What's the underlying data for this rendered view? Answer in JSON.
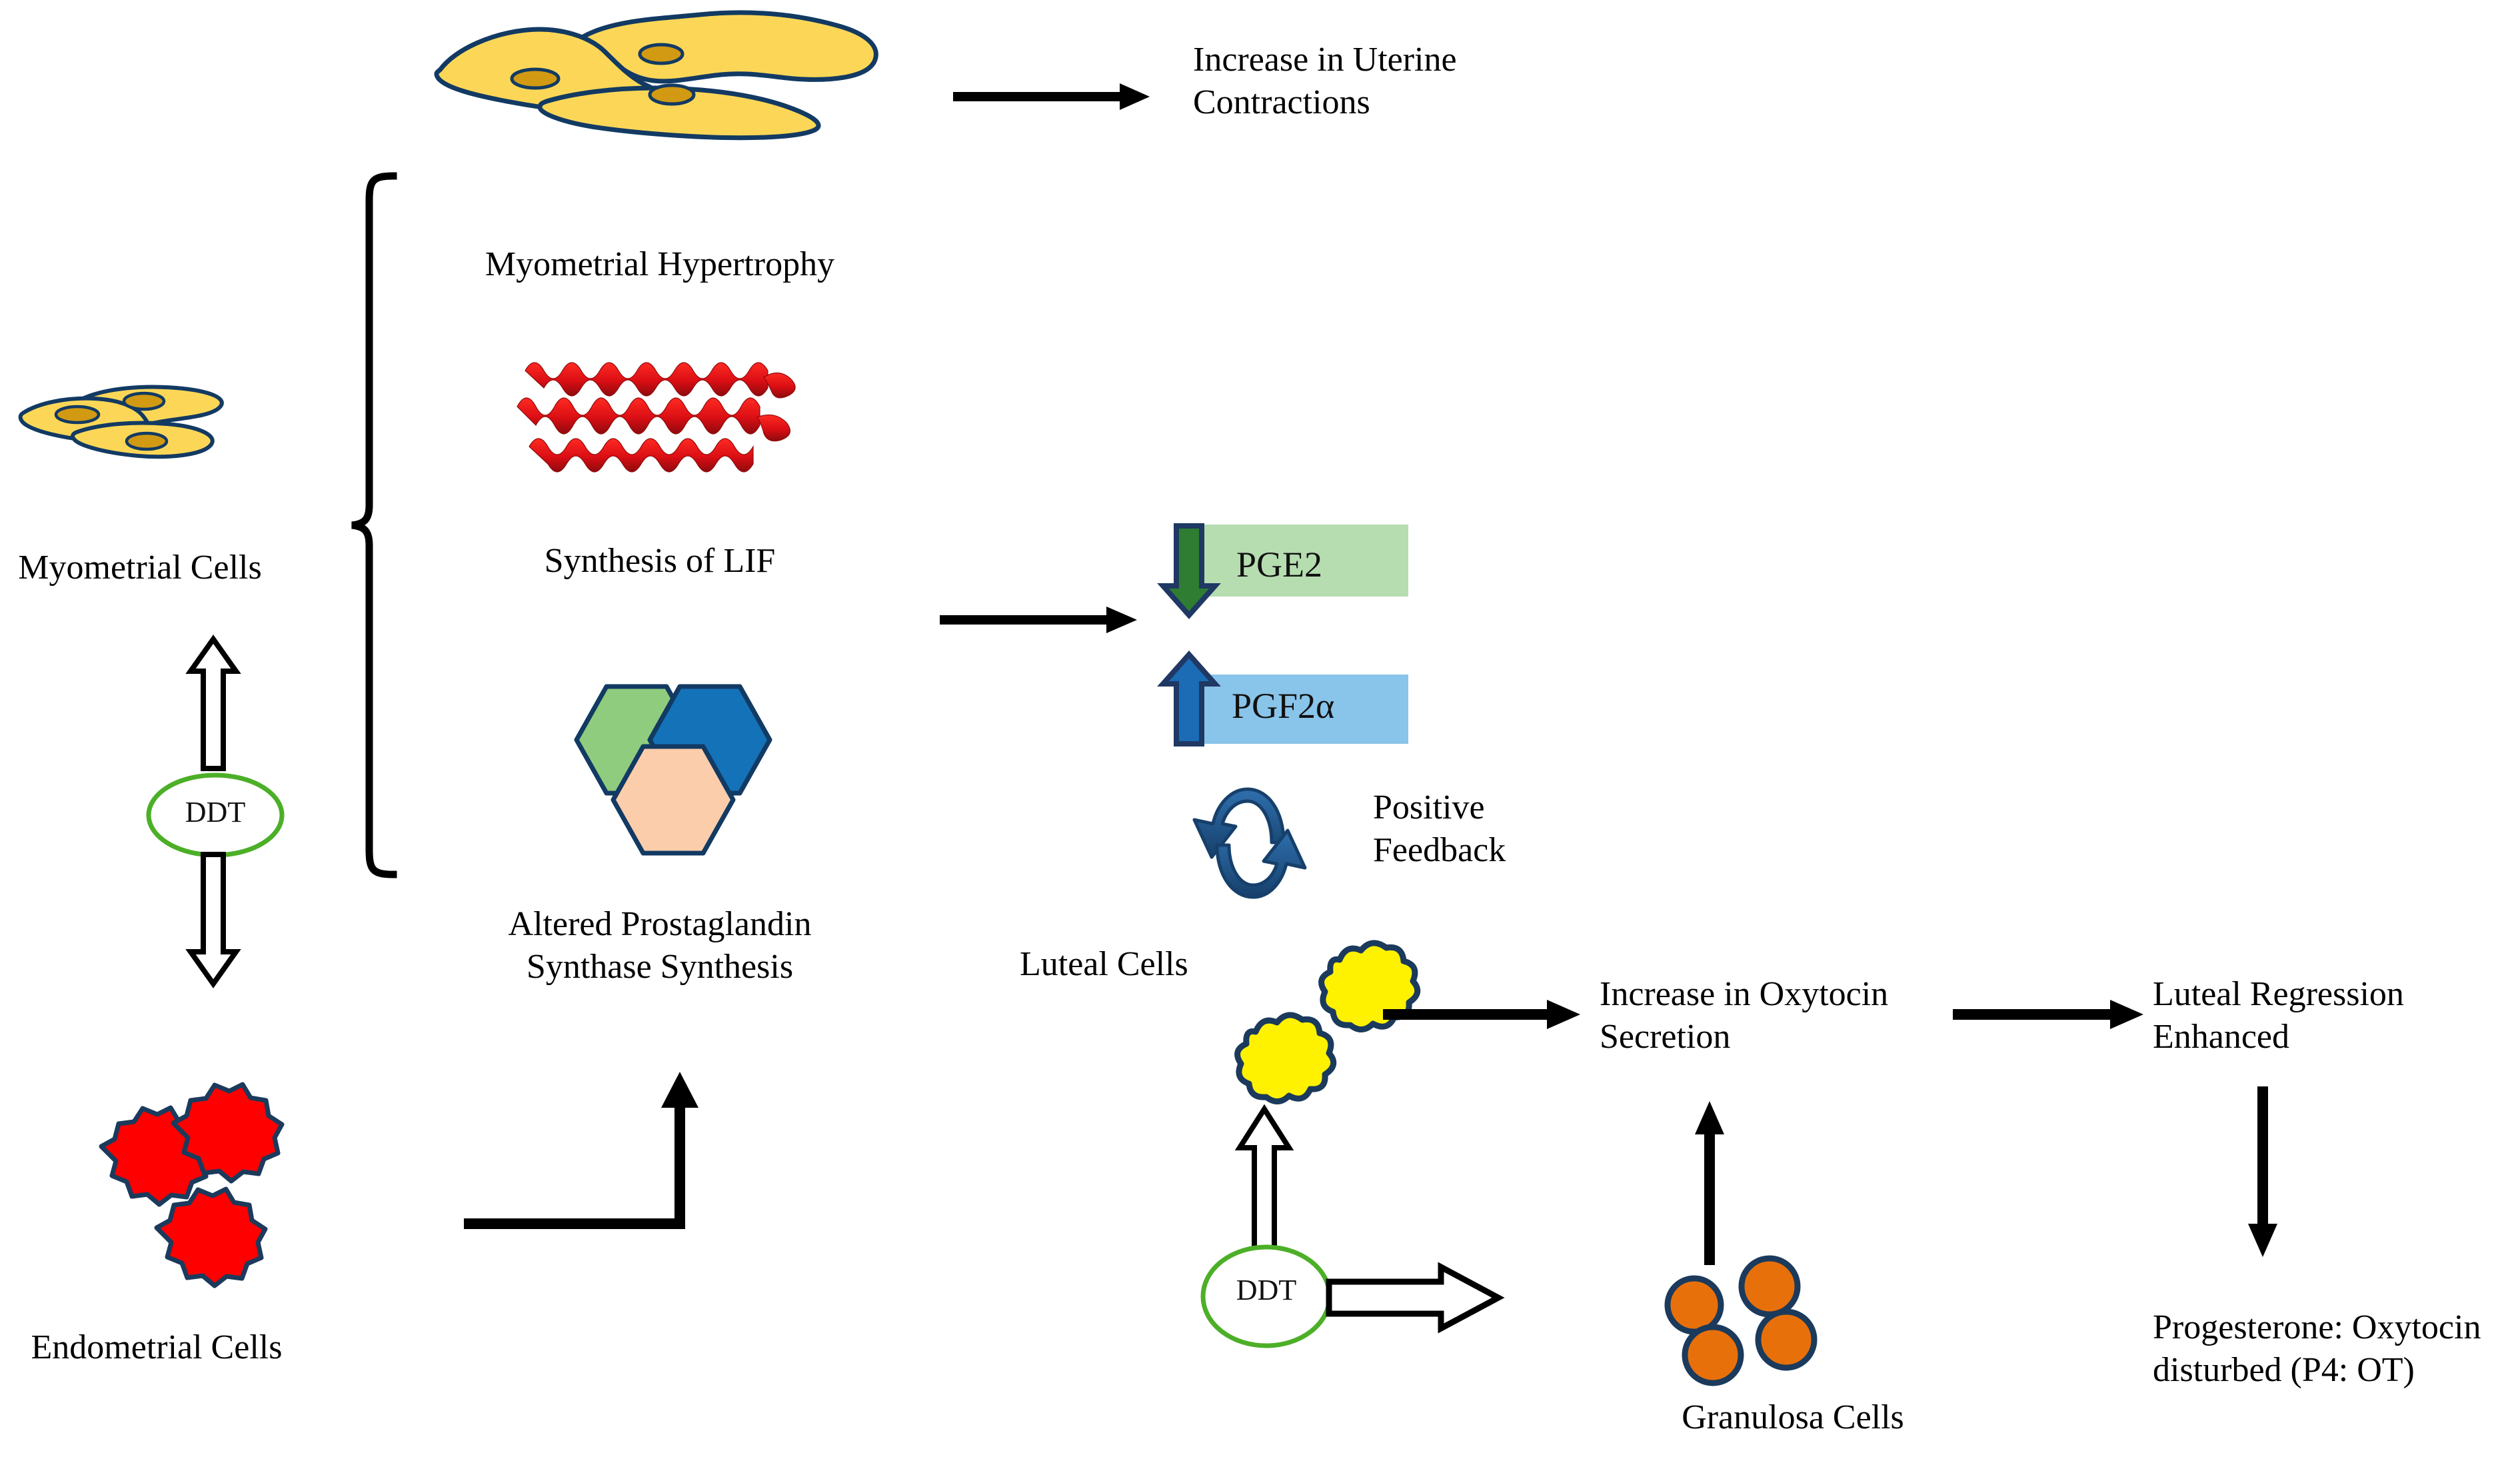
{
  "diagram": {
    "title": "DDT effects on uterine and ovarian cell signalling pathways",
    "colors": {
      "cell_yellow": "#FCD757",
      "cell_nucleus": "#D19A12",
      "cell_outline": "#123A63",
      "endometrial_red": "#FF0000",
      "luteal_yellow": "#FFF200",
      "granulosa_orange": "#E8700A",
      "ddt_green": "#4CAF27",
      "pge2_box": "#B5DDB0",
      "pge2_arrow": "#2E7D32",
      "pgf2a_box": "#89C4EA",
      "pgf2a_arrow": "#1B6CB5",
      "feedback_blue": "#1F4E79",
      "hex_green": "#8FCC7E",
      "hex_blue": "#1472B8",
      "hex_peach": "#FCCDAA",
      "lif_red": "#E8131A",
      "arrow_black": "#000000"
    },
    "nodes": {
      "myometrial_cells": "Myometrial Cells",
      "endometrial_cells": "Endometrial Cells",
      "myometrial_hypertrophy": "Myometrial Hypertrophy",
      "synthesis_of_lif": "Synthesis of LIF",
      "altered_prostaglandin": "Altered Prostaglandin\nSynthase Synthesis",
      "increase_uterine_contractions": "Increase in Uterine\nContractions",
      "pge2": "PGE2",
      "pgf2a": "PGF2α",
      "positive_feedback": "Positive\nFeedback",
      "luteal_cells": "Luteal Cells",
      "granulosa_cells": "Granulosa Cells",
      "increase_oxytocin": "Increase in Oxytocin\nSecretion",
      "luteal_regression": "Luteal Regression\nEnhanced",
      "progesterone_oxytocin": "Progesterone: Oxytocin\ndisturbed (P4: OT)",
      "ddt_left": "DDT",
      "ddt_right": "DDT"
    },
    "icons": {
      "myometrial_top": "myometrial-cell-cluster-icon",
      "myometrial_left": "myometrial-cell-cluster-icon",
      "endometrial": "endometrial-cell-cluster-icon",
      "lif_protein": "lif-protein-helix-icon",
      "prostaglandin_hexagons": "prostaglandin-hexagon-trio-icon",
      "luteal": "luteal-cell-cluster-icon",
      "granulosa": "granulosa-cell-cluster-icon",
      "feedback_loop": "circular-feedback-arrows-icon",
      "brace": "left-curly-brace-icon"
    },
    "arrows": {
      "hypertrophy_to_contractions": "straight-right-arrow",
      "prostaglandin_to_pge2": "straight-right-arrow",
      "endometrial_elbow": "elbow-right-up-arrow",
      "ddt_left_up": "hollow-up-arrow",
      "ddt_left_down": "hollow-down-arrow",
      "ddt_right_up": "hollow-up-arrow",
      "ddt_right_side": "hollow-right-arrow",
      "luteal_to_oxytocin": "straight-right-arrow",
      "granulosa_to_oxytocin": "straight-up-arrow",
      "oxytocin_to_regression": "straight-right-arrow",
      "regression_to_progesterone": "straight-down-arrow",
      "pge2_direction": "down",
      "pgf2a_direction": "up"
    }
  }
}
